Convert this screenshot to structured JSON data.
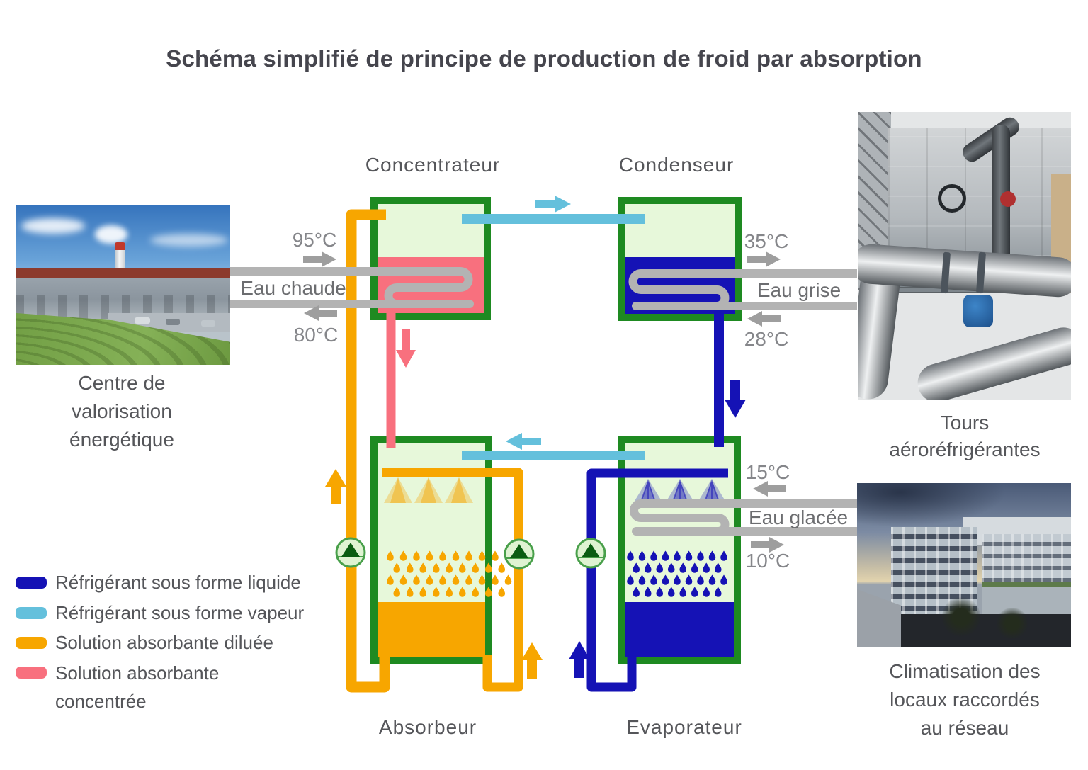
{
  "title": "Schéma simplifié de principe de production de froid par absorption",
  "units": {
    "concentrateur": "Concentrateur",
    "condenseur": "Condenseur",
    "absorbeur": "Absorbeur",
    "evaporateur": "Evaporateur"
  },
  "flows": {
    "eau_chaude": {
      "label": "Eau chaude",
      "temp_in": "95°C",
      "temp_out": "80°C"
    },
    "eau_grise": {
      "label": "Eau grise",
      "temp_out": "35°C",
      "temp_in": "28°C"
    },
    "eau_glacee": {
      "label": "Eau glacée",
      "temp_in": "15°C",
      "temp_out": "10°C"
    }
  },
  "legend": [
    {
      "label_lines": [
        "Réfrigérant sous forme liquide"
      ],
      "color": "#1512B5"
    },
    {
      "label_lines": [
        "Réfrigérant sous forme vapeur"
      ],
      "color": "#64C0DC"
    },
    {
      "label_lines": [
        "Solution absorbante diluée"
      ],
      "color": "#F7A600"
    },
    {
      "label_lines": [
        "Solution absorbante",
        "concentrée"
      ],
      "color": "#F8707E"
    }
  ],
  "photos": [
    {
      "caption_lines": [
        "Centre de",
        "valorisation",
        "énergétique"
      ]
    },
    {
      "caption_lines": [
        "Tours",
        "aéroréfrigérantes"
      ]
    },
    {
      "caption_lines": [
        "Climatisation des",
        "locaux raccordés",
        "au réseau"
      ]
    }
  ],
  "colors": {
    "vessel_border": "#1E8A21",
    "vessel_fill": "#E7F8DA",
    "refrigerant_liquide": "#1512B5",
    "refrigerant_vapeur": "#64C0DC",
    "solution_diluee": "#F7A600",
    "solution_concentree": "#F8707E",
    "water_pipe": "#B3B3B3",
    "text_gray": "#55565a"
  }
}
